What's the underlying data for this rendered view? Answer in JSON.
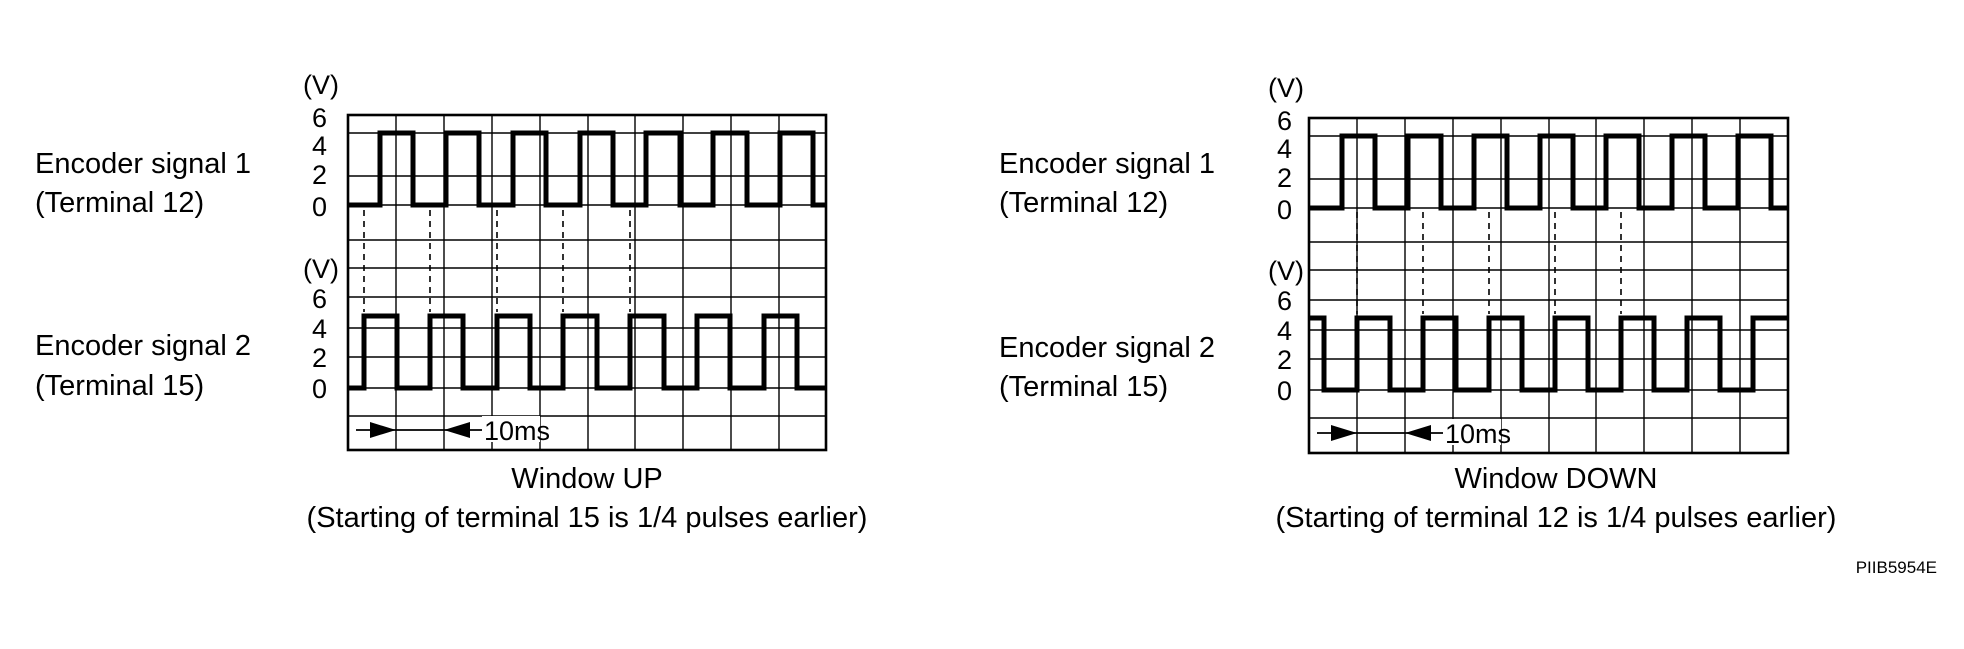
{
  "figure_code": "PIIB5954E",
  "panels": [
    {
      "caption_title": "Window UP",
      "caption_note": "(Starting of terminal 15 is 1/4 pulses earlier)",
      "unit": "(V)",
      "y_ticks": [
        "6",
        "4",
        "2",
        "0"
      ],
      "time_label": "10ms",
      "signals": [
        {
          "name": "Encoder signal 1",
          "terminal": "(Terminal 12)",
          "high_v": 5,
          "low_v": 0
        },
        {
          "name": "Encoder signal 2",
          "terminal": "(Terminal 15)",
          "high_v": 5,
          "low_v": 0
        }
      ]
    },
    {
      "caption_title": "Window DOWN",
      "caption_note": "(Starting of terminal 12 is 1/4 pulses earlier)",
      "unit": "(V)",
      "y_ticks": [
        "6",
        "4",
        "2",
        "0"
      ],
      "time_label": "10ms",
      "signals": [
        {
          "name": "Encoder signal 1",
          "terminal": "(Terminal 12)",
          "high_v": 5,
          "low_v": 0
        },
        {
          "name": "Encoder signal 2",
          "terminal": "(Terminal 15)",
          "high_v": 5,
          "low_v": 0
        }
      ]
    }
  ]
}
